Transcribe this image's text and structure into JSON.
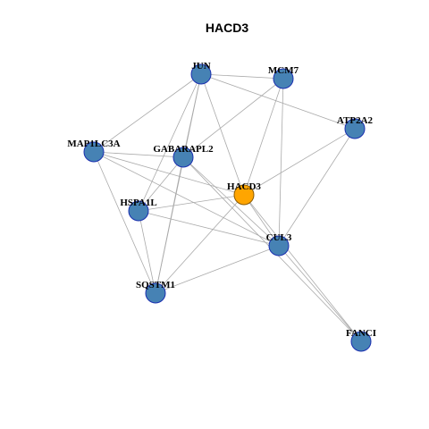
{
  "title": "HACD3",
  "colors": {
    "node_fill": "#4682B4",
    "node_stroke": "#1a2fb0",
    "focus_fill": "#FFA500",
    "focus_stroke": "#8a5a00",
    "edge": "#aaaaaa"
  },
  "nodes": [
    {
      "id": "JUN",
      "label": "JUN",
      "focus": false
    },
    {
      "id": "MCM7",
      "label": "MCM7",
      "focus": false
    },
    {
      "id": "ATP2A2",
      "label": "ATP2A2",
      "focus": false
    },
    {
      "id": "MAP1LC3A",
      "label": "MAP1LC3A",
      "focus": false
    },
    {
      "id": "GABARAPL2",
      "label": "GABARAPL2",
      "focus": false
    },
    {
      "id": "HACD3",
      "label": "HACD3",
      "focus": true
    },
    {
      "id": "HSPA1L",
      "label": "HSPA1L",
      "focus": false
    },
    {
      "id": "CUL3",
      "label": "CUL3",
      "focus": false
    },
    {
      "id": "SQSTM1",
      "label": "SQSTM1",
      "focus": false
    },
    {
      "id": "FANCI",
      "label": "FANCI",
      "focus": false
    }
  ],
  "edges": [
    [
      "JUN",
      "MCM7"
    ],
    [
      "JUN",
      "ATP2A2"
    ],
    [
      "JUN",
      "MAP1LC3A"
    ],
    [
      "JUN",
      "GABARAPL2"
    ],
    [
      "JUN",
      "HSPA1L"
    ],
    [
      "JUN",
      "HACD3"
    ],
    [
      "JUN",
      "SQSTM1"
    ],
    [
      "MCM7",
      "GABARAPL2"
    ],
    [
      "MCM7",
      "HACD3"
    ],
    [
      "MCM7",
      "CUL3"
    ],
    [
      "ATP2A2",
      "HACD3"
    ],
    [
      "ATP2A2",
      "CUL3"
    ],
    [
      "MAP1LC3A",
      "GABARAPL2"
    ],
    [
      "MAP1LC3A",
      "HACD3"
    ],
    [
      "MAP1LC3A",
      "CUL3"
    ],
    [
      "MAP1LC3A",
      "SQSTM1"
    ],
    [
      "GABARAPL2",
      "HSPA1L"
    ],
    [
      "GABARAPL2",
      "SQSTM1"
    ],
    [
      "GABARAPL2",
      "CUL3"
    ],
    [
      "GABARAPL2",
      "FANCI"
    ],
    [
      "HACD3",
      "HSPA1L"
    ],
    [
      "HACD3",
      "SQSTM1"
    ],
    [
      "HACD3",
      "CUL3"
    ],
    [
      "HACD3",
      "FANCI"
    ],
    [
      "HSPA1L",
      "CUL3"
    ],
    [
      "HSPA1L",
      "SQSTM1"
    ],
    [
      "CUL3",
      "SQSTM1"
    ],
    [
      "CUL3",
      "FANCI"
    ]
  ]
}
